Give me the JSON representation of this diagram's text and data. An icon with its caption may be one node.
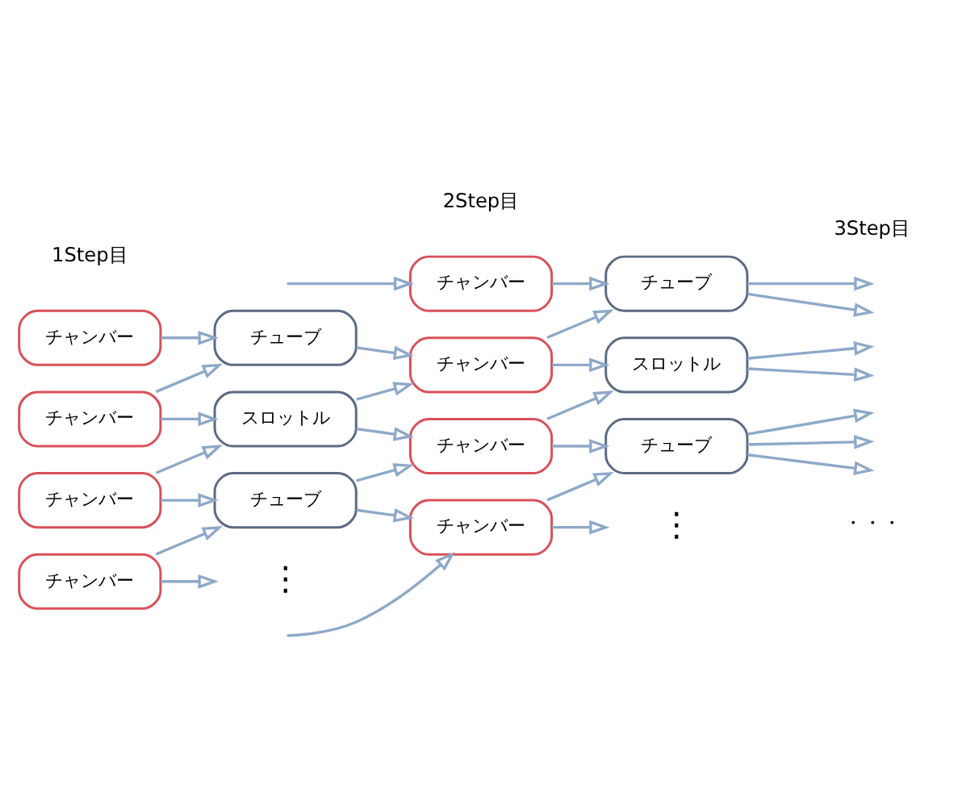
{
  "diagram": {
    "nodes": [
      {
        "text": [
          "チャンバー"
        ]
      },
      {
        "text": [
          "チャンバー"
        ]
      },
      {
        "text": [
          "チャンバー"
        ]
      },
      {
        "text": [
          "チャンバー"
        ]
      },
      {
        "text": [
          "チューブ"
        ]
      },
      {
        "text": [
          "スロットル"
        ]
      },
      {
        "text": [
          "チューブ"
        ]
      },
      {
        "text": [
          "⋮"
        ]
      },
      {
        "text": [
          "チャンバー"
        ]
      },
      {
        "text": [
          "チャンバー"
        ]
      },
      {
        "text": [
          "チャンバー"
        ]
      },
      {
        "text": [
          "チャンバー"
        ]
      },
      {
        "text": [
          "チューブ"
        ]
      },
      {
        "text": [
          "スロットル"
        ]
      },
      {
        "text": [
          "チューブ"
        ]
      },
      {
        "text": [
          "⋮"
        ]
      }
    ],
    "edges": [
      {
        "from": 0,
        "to": 4,
        "arrow": "to"
      },
      {
        "from": 1,
        "to": 4,
        "arrow": "to"
      },
      {
        "from": 1,
        "to": 5,
        "arrow": "to"
      },
      {
        "from": 2,
        "to": 5,
        "arrow": "to"
      },
      {
        "from": 2,
        "to": 6,
        "arrow": "to"
      },
      {
        "from": 3,
        "to": 6,
        "arrow": "to"
      },
      {
        "from": 3,
        "to": 7,
        "arrow": "to"
      },
      {
        "from": null,
        "to": 8,
        "arrow": "to"
      },
      {
        "from": 4,
        "to": 9,
        "arrow": "to"
      },
      {
        "from": 5,
        "to": 9,
        "arrow": "to"
      },
      {
        "from": 5,
        "to": 10,
        "arrow": "to"
      },
      {
        "from": 6,
        "to": 10,
        "arrow": "to"
      },
      {
        "from": 6,
        "to": 11,
        "arrow": "to"
      },
      {
        "from": null,
        "to": 11,
        "arrow": "to"
      },
      {
        "from": 8,
        "to": 12,
        "arrow": "to"
      },
      {
        "from": 9,
        "to": 12,
        "arrow": "to"
      },
      {
        "from": 9,
        "to": 13,
        "arrow": "to"
      },
      {
        "from": 10,
        "to": 13,
        "arrow": "to"
      },
      {
        "from": 10,
        "to": 14,
        "arrow": "to"
      },
      {
        "from": 11,
        "to": 14,
        "arrow": "to"
      },
      {
        "from": 11,
        "to": 15,
        "arrow": "to"
      },
      {
        "from": 12,
        "to": null,
        "arrow": "to"
      },
      {
        "from": 12,
        "to": null,
        "arrow": "to"
      },
      {
        "from": 13,
        "to": null,
        "arrow": "to"
      },
      {
        "from": 13,
        "to": null,
        "arrow": "to"
      },
      {
        "from": 14,
        "to": null,
        "arrow": "to"
      },
      {
        "from": 14,
        "to": null,
        "arrow": "to"
      },
      {
        "from": 14,
        "to": null,
        "arrow": "to"
      }
    ],
    "labels": [
      "1Step目",
      "2Step目",
      "3Step目",
      "・・・"
    ]
  }
}
